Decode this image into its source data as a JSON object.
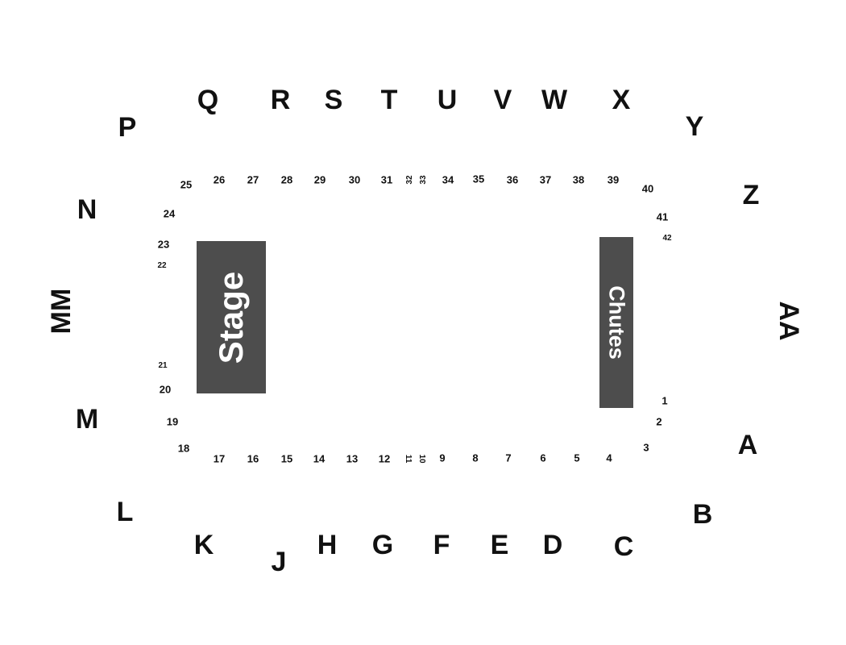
{
  "sections": [
    "Q",
    "R",
    "S",
    "T",
    "U",
    "V",
    "W",
    "X",
    "P",
    "Y",
    "N",
    "Z",
    "MM",
    "AA",
    "M",
    "A",
    "L",
    "B",
    "K",
    "J",
    "H",
    "G",
    "F",
    "E",
    "D",
    "C"
  ],
  "rows": [
    "1",
    "2",
    "3",
    "4",
    "5",
    "6",
    "7",
    "8",
    "9",
    "10",
    "11",
    "12",
    "13",
    "14",
    "15",
    "16",
    "17",
    "18",
    "19",
    "20",
    "21",
    "22",
    "23",
    "24",
    "25",
    "26",
    "27",
    "28",
    "29",
    "30",
    "31",
    "32",
    "33",
    "34",
    "35",
    "36",
    "37",
    "38",
    "39",
    "40",
    "41",
    "42"
  ],
  "stage_label": "Stage",
  "chutes_label": "Chutes"
}
